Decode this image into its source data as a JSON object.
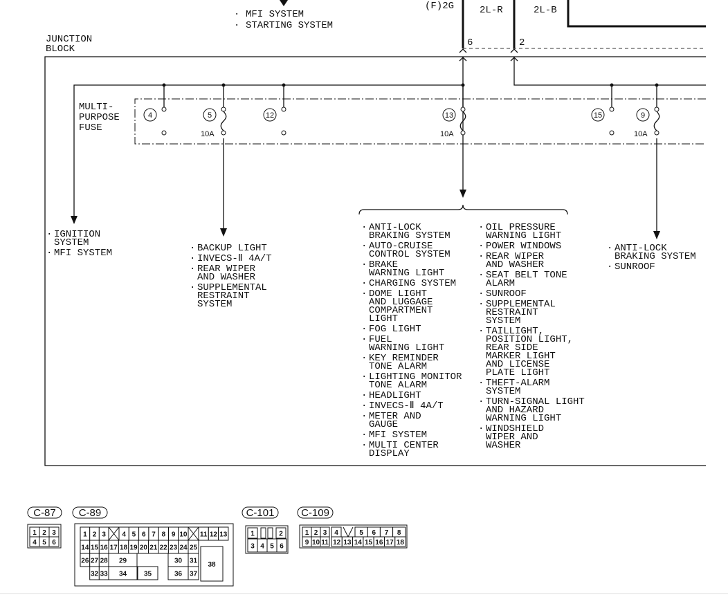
{
  "top_systems": [
    "MFI SYSTEM",
    "STARTING SYSTEM"
  ],
  "wires": [
    {
      "label": "(F)2G",
      "terminal": "6"
    },
    {
      "label": "2L-R",
      "terminal": "2"
    },
    {
      "label": "2L-B"
    }
  ],
  "junction_block": {
    "label": [
      "JUNCTION",
      "BLOCK"
    ]
  },
  "fuse_block": {
    "label": [
      "MULTI-",
      "PURPOSE",
      "FUSE"
    ]
  },
  "fuses": [
    {
      "number": "4",
      "rating": ""
    },
    {
      "number": "5",
      "rating": "10A"
    },
    {
      "number": "12",
      "rating": ""
    },
    {
      "number": "13",
      "rating": "10A"
    },
    {
      "number": "15",
      "rating": ""
    },
    {
      "number": "9",
      "rating": "10A"
    }
  ],
  "lists": {
    "fuse4": [
      [
        "IGNITION",
        "SYSTEM"
      ],
      [
        "MFI SYSTEM"
      ]
    ],
    "fuse5": [
      [
        "BACKUP LIGHT"
      ],
      [
        "INVECS-Ⅱ 4A/T"
      ],
      [
        "REAR WIPER",
        "AND WASHER"
      ],
      [
        "SUPPLEMENTAL",
        "RESTRAINT",
        "SYSTEM"
      ]
    ],
    "fuse13_col1": [
      [
        "ANTI-LOCK",
        "BRAKING SYSTEM"
      ],
      [
        "AUTO-CRUISE",
        "CONTROL SYSTEM"
      ],
      [
        "BRAKE",
        "WARNING LIGHT"
      ],
      [
        "CHARGING SYSTEM"
      ],
      [
        "DOME LIGHT",
        "AND LUGGAGE",
        "COMPARTMENT",
        "LIGHT"
      ],
      [
        "FOG LIGHT"
      ],
      [
        "FUEL",
        "WARNING LIGHT"
      ],
      [
        "KEY REMINDER",
        "TONE ALARM"
      ],
      [
        "LIGHTING MONITOR",
        "TONE ALARM"
      ],
      [
        "HEADLIGHT"
      ],
      [
        "INVECS-Ⅱ 4A/T"
      ],
      [
        "METER AND",
        "GAUGE"
      ],
      [
        "MFI SYSTEM"
      ],
      [
        "MULTI CENTER",
        "DISPLAY"
      ]
    ],
    "fuse13_col2": [
      [
        "OIL PRESSURE",
        "WARNING LIGHT"
      ],
      [
        "POWER WINDOWS"
      ],
      [
        "REAR WIPER",
        "AND WASHER"
      ],
      [
        "SEAT BELT TONE",
        "ALARM"
      ],
      [
        "SUNROOF"
      ],
      [
        "SUPPLEMENTAL",
        "RESTRAINT",
        "SYSTEM"
      ],
      [
        "TAILLIGHT,",
        "POSITION LIGHT,",
        "REAR SIDE",
        "MARKER LIGHT",
        "AND LICENSE",
        "PLATE LIGHT"
      ],
      [
        "THEFT-ALARM",
        "SYSTEM"
      ],
      [
        "TURN-SIGNAL LIGHT",
        "AND HAZARD",
        "WARNING LIGHT"
      ],
      [
        "WINDSHIELD",
        "WIPER AND",
        "WASHER"
      ]
    ],
    "fuse9": [
      [
        "ANTI-LOCK",
        "BRAKING SYSTEM"
      ],
      [
        "SUNROOF"
      ]
    ]
  },
  "connectors": [
    {
      "name": "C-87",
      "cells": [
        "1",
        "2",
        "3",
        "4",
        "5",
        "6"
      ]
    },
    {
      "name": "C-89",
      "cells": [
        "1",
        "2",
        "3",
        "4",
        "5",
        "6",
        "7",
        "8",
        "9",
        "10",
        "11",
        "12",
        "13",
        "14",
        "15",
        "16",
        "17",
        "18",
        "19",
        "20",
        "21",
        "22",
        "23",
        "24",
        "25",
        "26",
        "27",
        "28",
        "29",
        "30",
        "31",
        "32",
        "33",
        "34",
        "35",
        "36",
        "37",
        "38"
      ]
    },
    {
      "name": "C-101",
      "cells": [
        "1",
        "2",
        "3",
        "4",
        "5",
        "6"
      ]
    },
    {
      "name": "C-109",
      "cells": [
        "1",
        "2",
        "3",
        "4",
        "5",
        "6",
        "7",
        "8",
        "9",
        "10",
        "11",
        "12",
        "13",
        "14",
        "15",
        "16",
        "17",
        "18"
      ]
    }
  ]
}
